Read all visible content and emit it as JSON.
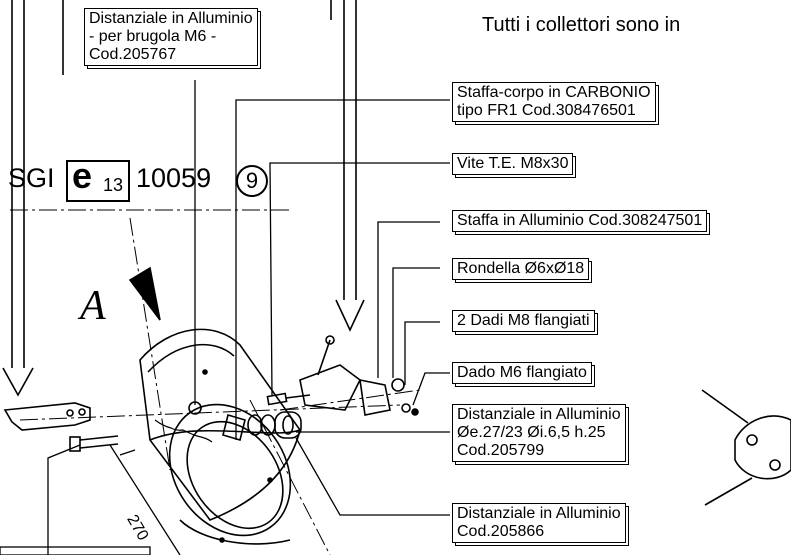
{
  "header": {
    "title": "Tutti i collettori sono in"
  },
  "marking": {
    "brand": "SGI",
    "e_letter": "e",
    "e_number": "13",
    "approval_number": "10059",
    "circled_number": "9"
  },
  "view_label": "A",
  "dimension_label": "270",
  "labels": {
    "distanziale_brugola": [
      "Distanziale in Alluminio",
      "- per brugola M6 -",
      "Cod.205767"
    ],
    "staffa_carbonio": [
      "Staffa-corpo in CARBONIO",
      "tipo FR1  Cod.308476501"
    ],
    "vite": "Vite T.E. M8x30",
    "staffa_alluminio": "Staffa in Alluminio Cod.308247501",
    "rondella": "Rondella Ø6xØ18",
    "dadi_m8": "2 Dadi M8 flangiati",
    "dado_m6": "Dado M6 flangiato",
    "distanziale_25": [
      "Distanziale in Alluminio",
      "Øe.27/23  Øi.6,5  h.25",
      "Cod.205799"
    ],
    "distanziale_205866": [
      "Distanziale in Alluminio",
      "Cod.205866"
    ]
  }
}
